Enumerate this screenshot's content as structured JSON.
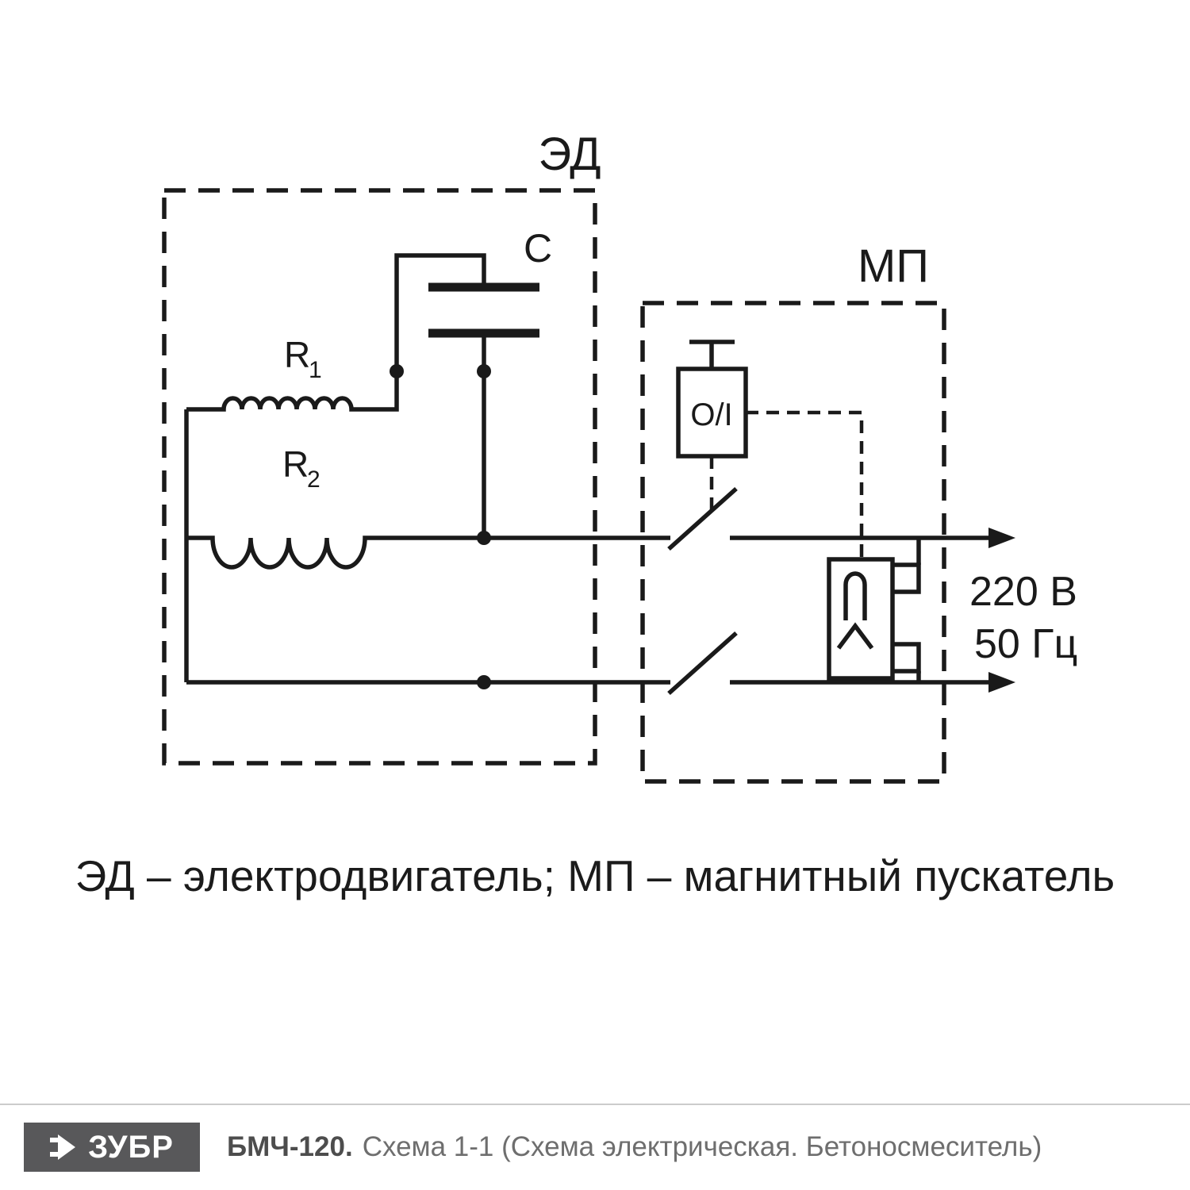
{
  "diagram": {
    "motor_box_label": "ЭД",
    "capacitor_label": "C",
    "winding1": {
      "base": "R",
      "sub": "1"
    },
    "winding2": {
      "base": "R",
      "sub": "2"
    },
    "starter_box_label": "МП",
    "power_switch_label": "O/I",
    "supply": {
      "voltage": "220 В",
      "frequency": "50 Гц"
    },
    "caption": "ЭД – электродвигатель; МП – магнитный пускатель"
  },
  "footer": {
    "brand": "ЗУБР",
    "model": "БМЧ-120.",
    "description": "Схема 1-1 (Схема электрическая. Бетоносмеситель)"
  }
}
